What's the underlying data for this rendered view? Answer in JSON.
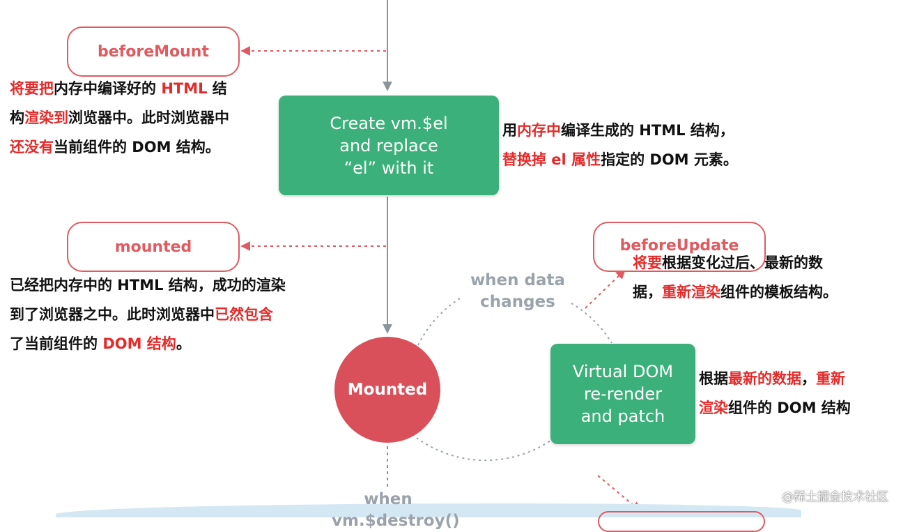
{
  "hooks": {
    "before_mount": "beforeMount",
    "mounted": "mounted",
    "before_update": "beforeUpdate"
  },
  "boxes": {
    "create_el": [
      "Create vm.$el",
      "and replace",
      "“el” with it"
    ],
    "virtual_dom": [
      "Virtual DOM",
      "re-render",
      "and patch"
    ]
  },
  "circle": {
    "mounted": "Mounted"
  },
  "labels": {
    "when_data_changes": [
      "when data",
      "changes"
    ],
    "when_destroy": [
      "when",
      "vm.$destroy()"
    ]
  },
  "notes": {
    "before_mount": [
      [
        {
          "t": "将要把",
          "red": true
        },
        {
          "t": "内存中编译好的 ",
          "red": false
        },
        {
          "t": "HTML",
          "red": true
        },
        {
          "t": " 结",
          "red": false
        }
      ],
      [
        {
          "t": "构",
          "red": false
        },
        {
          "t": "渲染到",
          "red": true
        },
        {
          "t": "浏览器中。此时浏览器中",
          "red": false
        }
      ],
      [
        {
          "t": "还没有",
          "red": true
        },
        {
          "t": "当前组件的 DOM 结构。",
          "red": false
        }
      ]
    ],
    "create_el": [
      [
        {
          "t": "用",
          "red": false
        },
        {
          "t": "内存中",
          "red": true
        },
        {
          "t": "编译生成的 HTML 结构，",
          "red": false
        }
      ],
      [
        {
          "t": "替换掉 el 属性",
          "red": true
        },
        {
          "t": "指定的 DOM 元素。",
          "red": false
        }
      ]
    ],
    "mounted": [
      [
        {
          "t": "已经把内存中的 HTML 结构，成功的渲染",
          "red": false
        }
      ],
      [
        {
          "t": "到了浏览器之中。此时浏览器中",
          "red": false
        },
        {
          "t": "已然包含",
          "red": true
        }
      ],
      [
        {
          "t": "了当前组件的 ",
          "red": false
        },
        {
          "t": "DOM 结构",
          "red": true
        },
        {
          "t": "。",
          "red": false
        }
      ]
    ],
    "before_update": [
      [
        {
          "t": "将要",
          "red": true
        },
        {
          "t": "根据变化过后、最新的数",
          "red": false
        }
      ],
      [
        {
          "t": "据，",
          "red": false
        },
        {
          "t": "重新渲染",
          "red": true
        },
        {
          "t": "组件的模板结构。",
          "red": false
        }
      ]
    ],
    "virtual_dom": [
      [
        {
          "t": "根据",
          "red": false
        },
        {
          "t": "最新的数据",
          "red": true
        },
        {
          "t": "，",
          "red": false
        },
        {
          "t": "重新",
          "red": true
        }
      ],
      [
        {
          "t": "渲染",
          "red": true
        },
        {
          "t": "组件的 DOM 结构",
          "red": false
        }
      ]
    ]
  },
  "watermark": "@稀土掘金技术社区",
  "colors": {
    "green": "#3bb07a",
    "red": "#d9505a",
    "hook_border": "#e05a60",
    "note_red": "#e52a2a",
    "gray": "#9aa3ab"
  }
}
